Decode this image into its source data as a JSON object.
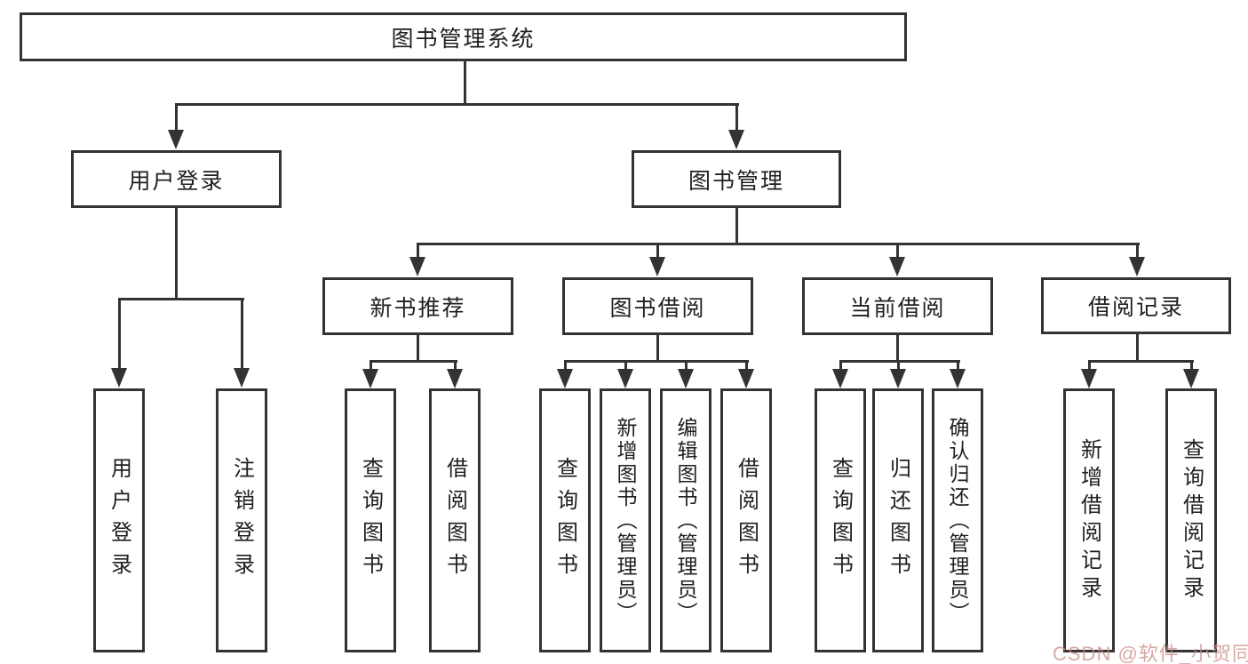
{
  "diagram": {
    "root": "图书管理系统",
    "level2": {
      "user_login": "用户登录",
      "book_mgmt": "图书管理"
    },
    "level3": {
      "new_book_rec": "新书推荐",
      "book_borrow": "图书借阅",
      "current_borrow": "当前借阅",
      "borrow_records": "借阅记录"
    },
    "leaves": [
      "用户登录",
      "注销登录",
      "查询图书",
      "借阅图书",
      "查询图书",
      "新增图书（管理员）",
      "编辑图书（管理员）",
      "借阅图书",
      "查询图书",
      "归还图书",
      "确认归还（管理员）",
      "新增借阅记录",
      "查询借阅记录"
    ]
  },
  "watermark": "CSDN @软件_小贺同学",
  "colors": {
    "line": "#333333",
    "text": "#1f1f1f",
    "background": "#ffffff",
    "watermark": "#c88c85"
  }
}
